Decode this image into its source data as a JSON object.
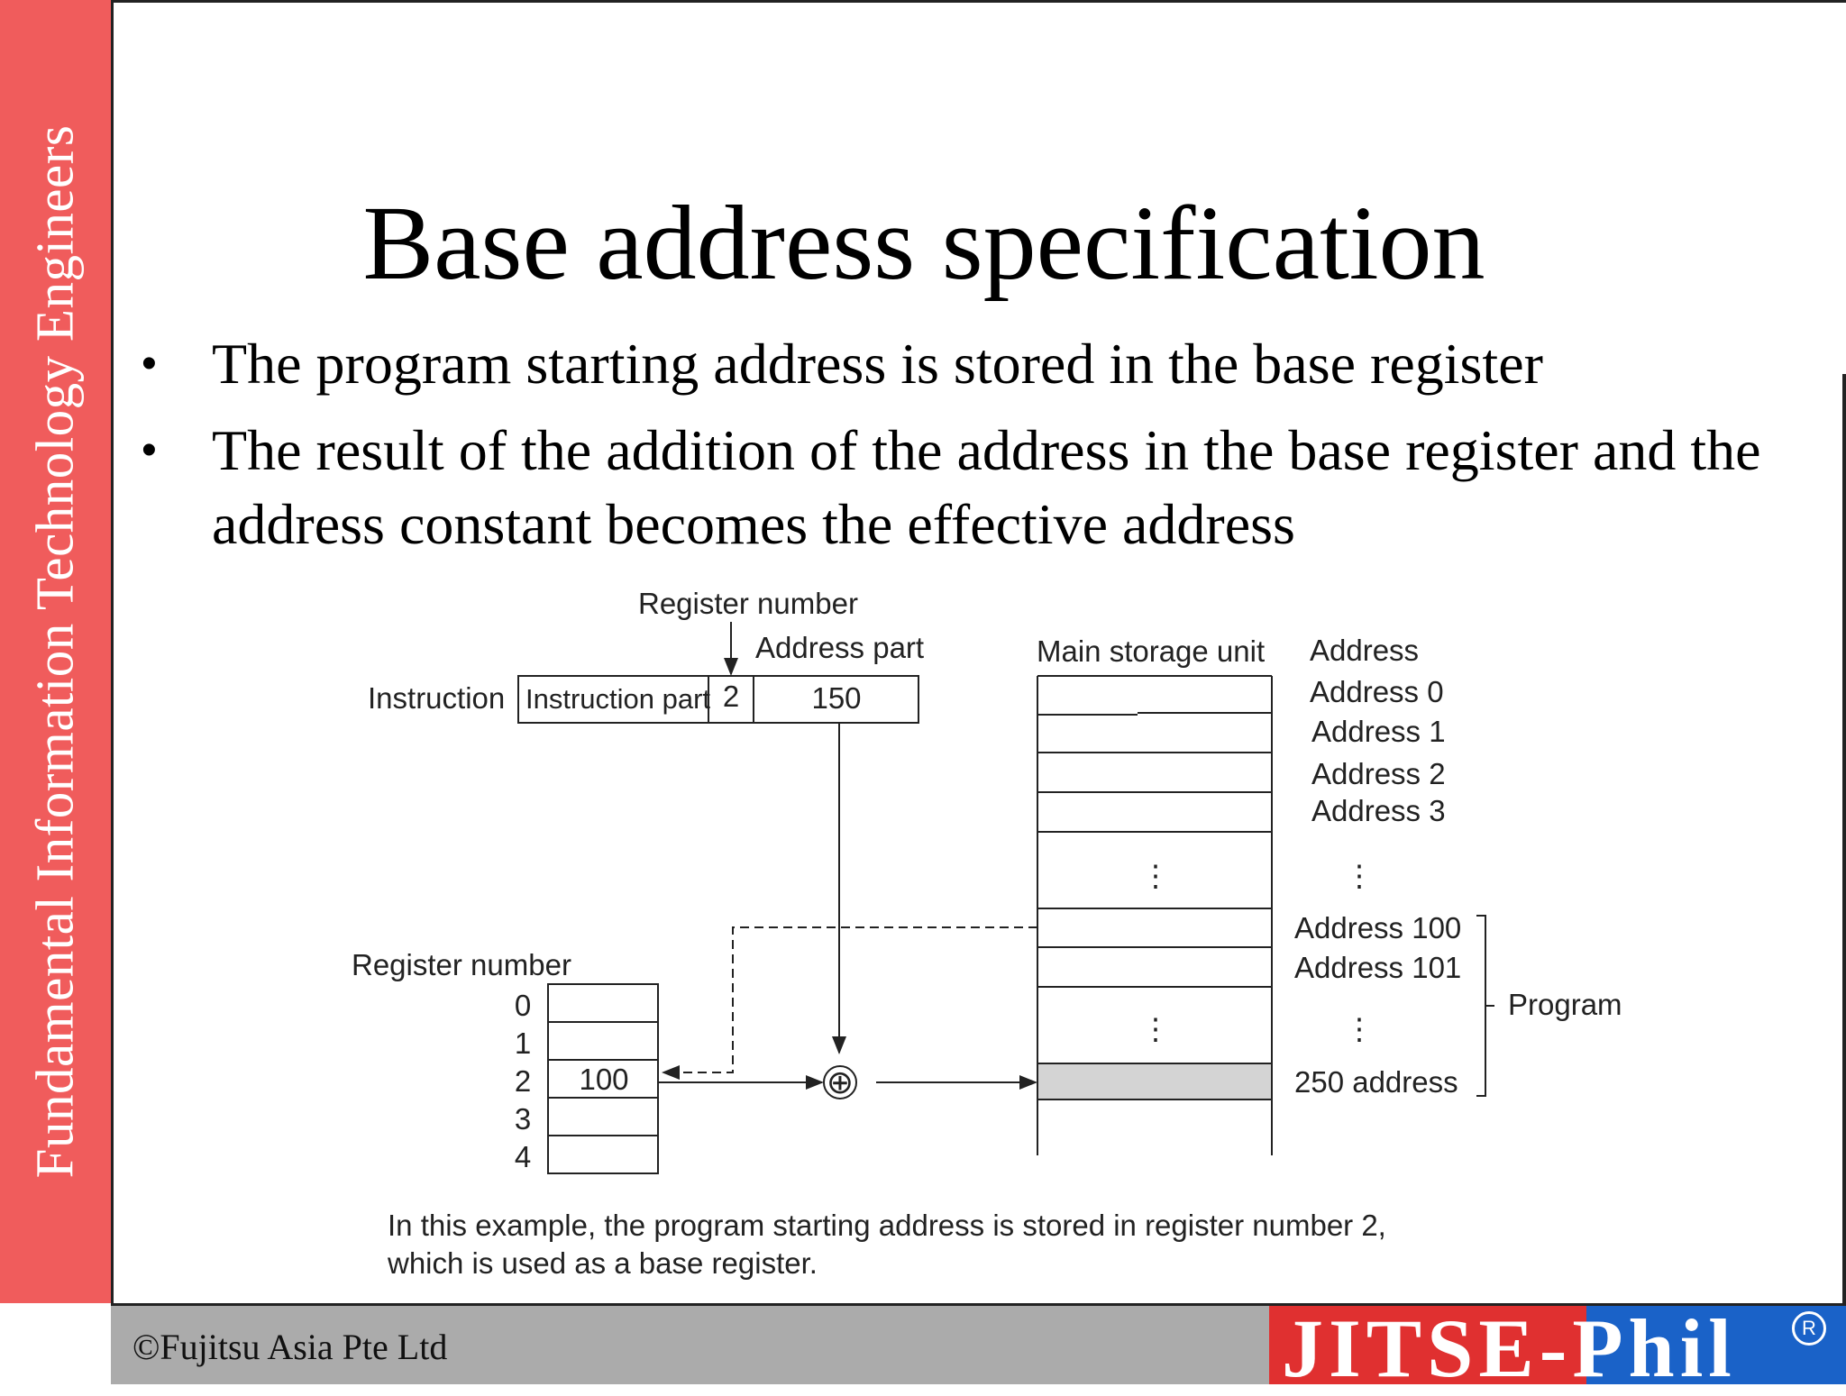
{
  "sidebar": {
    "text": "Fundamental Information Technology Engineers"
  },
  "title": "Base address specification",
  "bullets": [
    {
      "text": "The program starting address is stored in the base register"
    },
    {
      "text": "The result of the addition of the address in the base register and the address constant becomes the effective address"
    }
  ],
  "bullet_symbol": "•",
  "diagram": {
    "register_number_top": "Register number",
    "address_part_label": "Address part",
    "instruction_label": "Instruction",
    "instruction_part": "Instruction part",
    "instruction_register": "2",
    "instruction_address": "150",
    "main_storage_label": "Main storage unit",
    "address_header": "Address",
    "addresses": [
      "Address 0",
      "Address 1",
      "Address 2",
      "Address 3"
    ],
    "vertical_dots": "⋮",
    "program_addresses": [
      "Address 100",
      "Address 101"
    ],
    "last_address": "250 address",
    "program_label": "Program",
    "register_number_left": "Register number",
    "register_indices": [
      "0",
      "1",
      "2",
      "3",
      "4"
    ],
    "register_value": "100",
    "adder_symbol": "⊕",
    "caption_line1": "In this example, the program starting address is stored in register number 2,",
    "caption_line2": "which is used as a base register."
  },
  "footer": {
    "copyright": "©Fujitsu Asia Pte Ltd",
    "logo_left": "JITSE",
    "logo_right": "-Phil",
    "logo_mark": "R"
  },
  "colors": {
    "sidebar": "#f05c5c",
    "footer": "#ababab",
    "logo_red": "#e03030",
    "logo_blue": "#1a62c8",
    "highlight_cell": "#d4d4d4"
  }
}
